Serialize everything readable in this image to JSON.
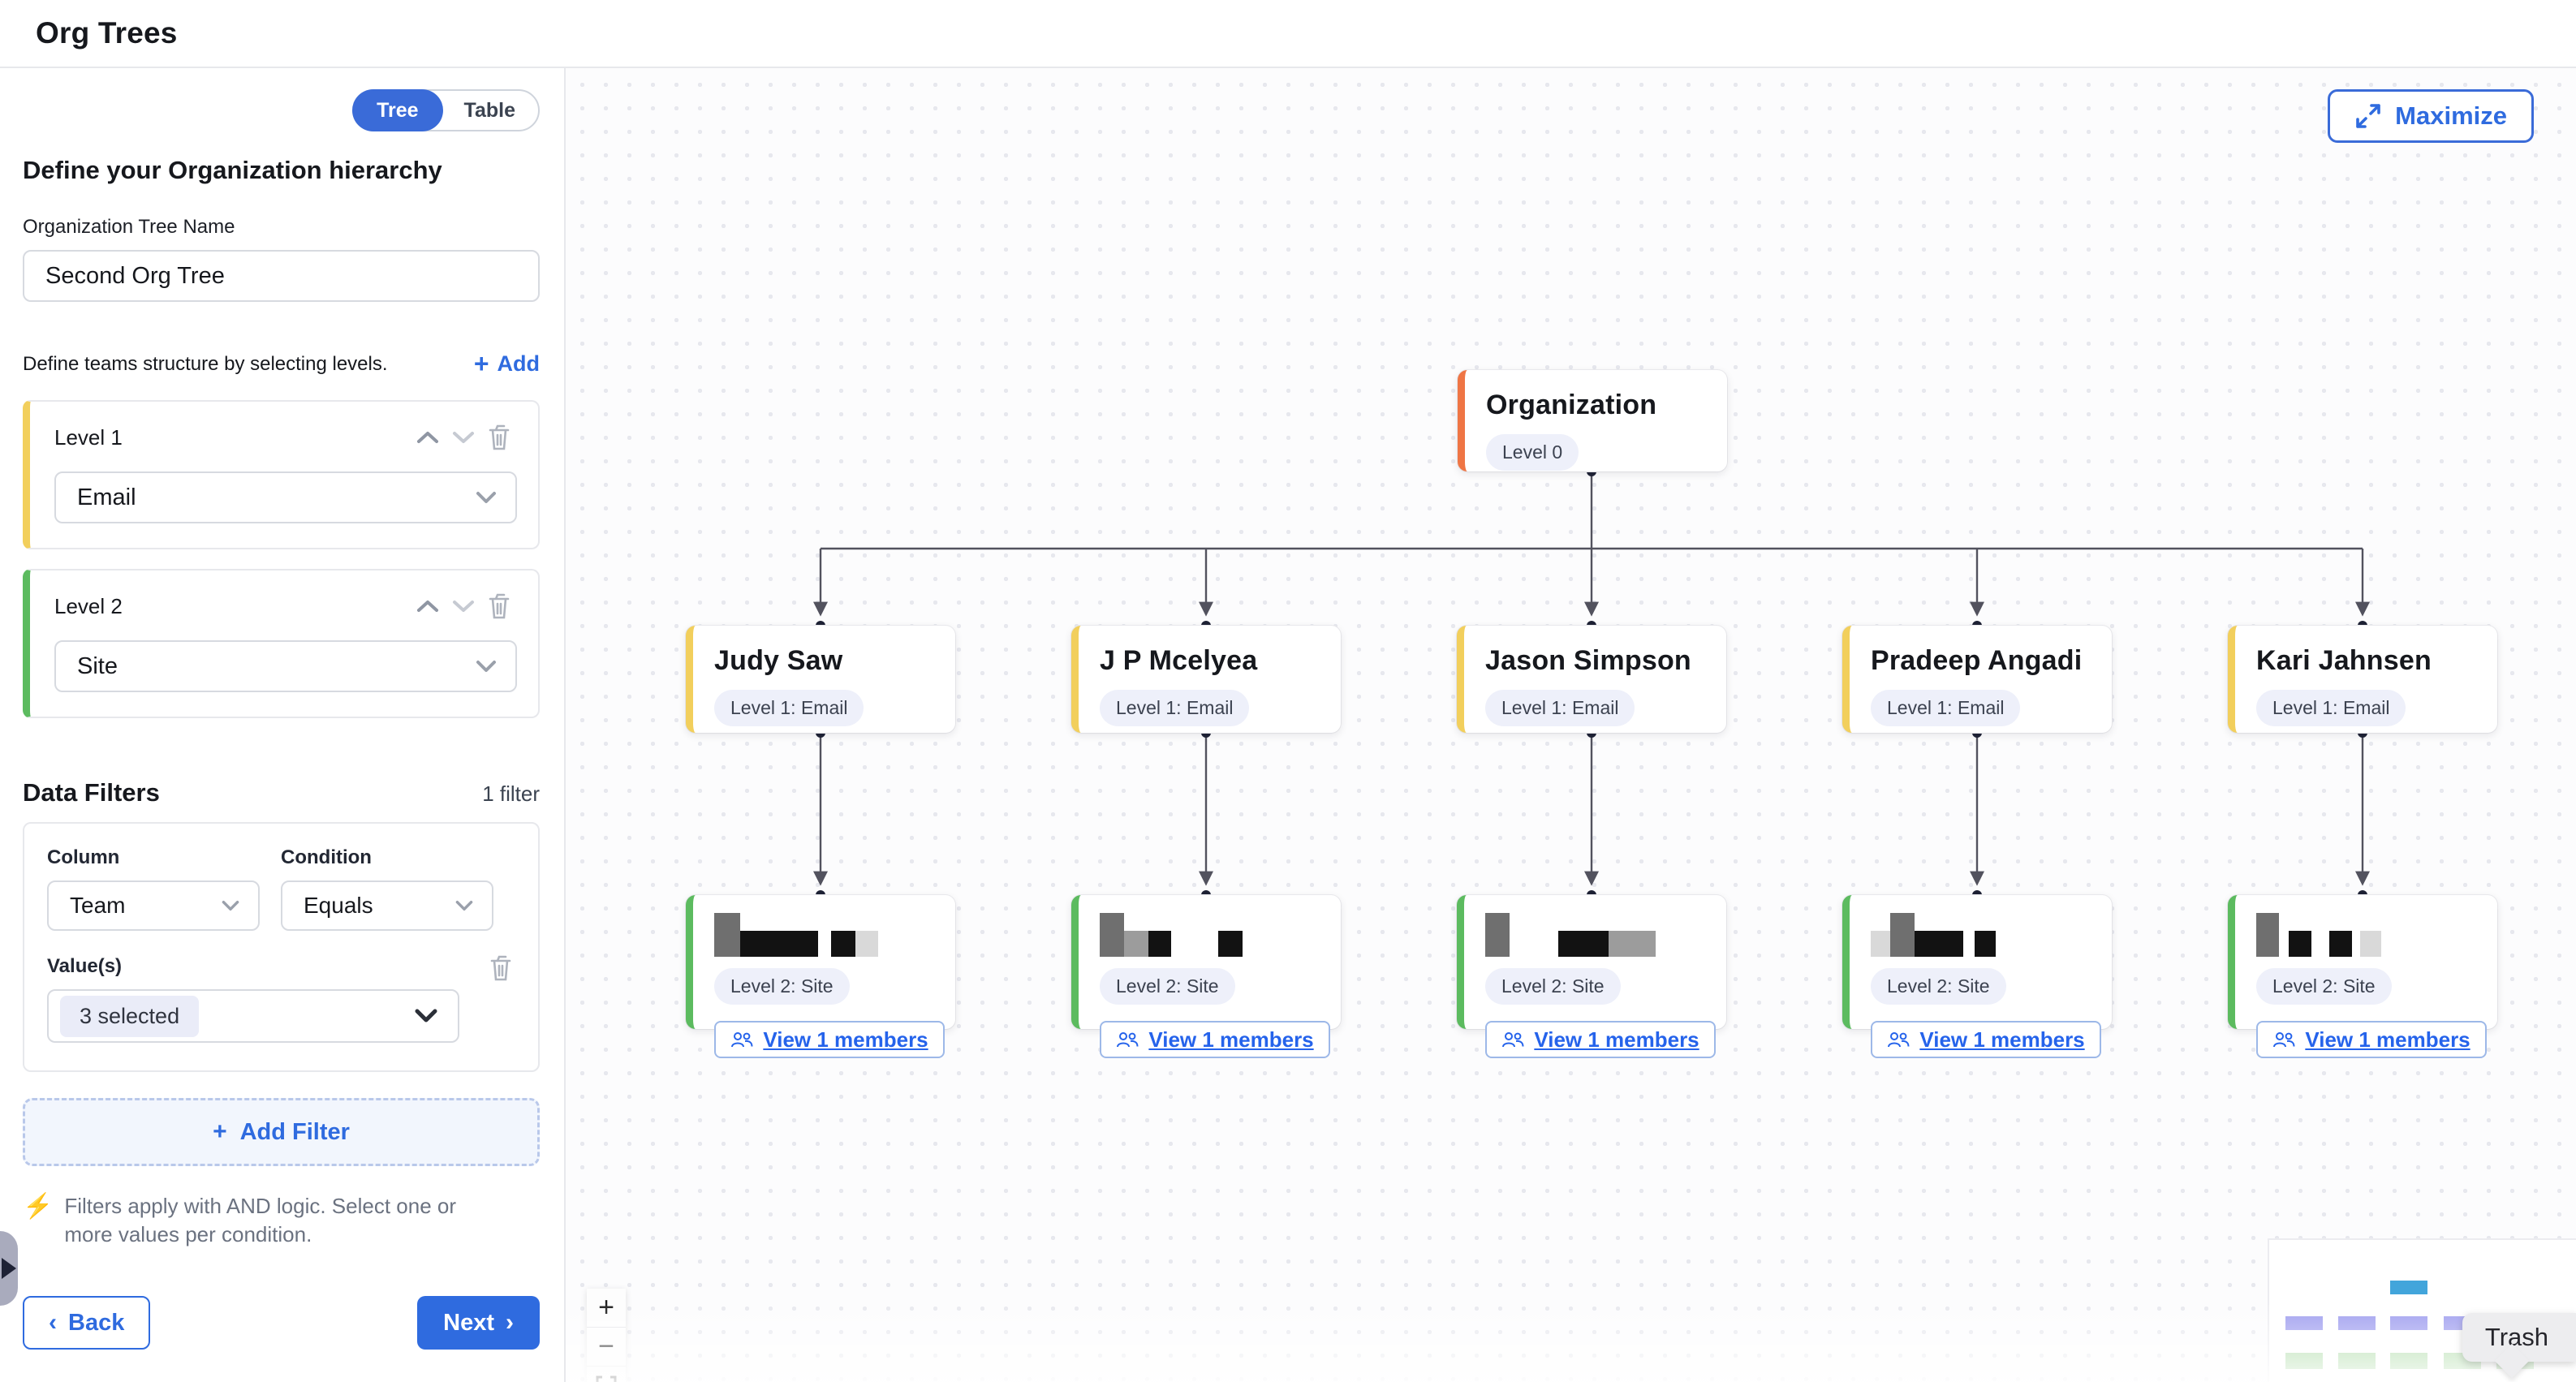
{
  "header": {
    "title": "Org Trees"
  },
  "sidebar": {
    "view_toggle": {
      "tree_label": "Tree",
      "table_label": "Table"
    },
    "heading": "Define your Organization hierarchy",
    "tree_name": {
      "label": "Organization Tree Name",
      "value": "Second Org Tree"
    },
    "levels_section": {
      "description": "Define teams structure by selecting levels.",
      "add_label": "Add"
    },
    "levels": [
      {
        "label": "Level 1",
        "value": "Email"
      },
      {
        "label": "Level 2",
        "value": "Site"
      }
    ],
    "data_filters": {
      "heading": "Data Filters",
      "count_label": "1 filter",
      "filter": {
        "column_label": "Column",
        "column_value": "Team",
        "condition_label": "Condition",
        "condition_value": "Equals",
        "values_label": "Value(s)",
        "values_value": "3 selected"
      },
      "add_filter_label": "Add Filter",
      "note": "Filters apply with AND logic. Select one or more values per condition."
    },
    "back_label": "Back",
    "next_label": "Next"
  },
  "canvas": {
    "maximize_label": "Maximize",
    "root": {
      "title": "Organization",
      "badge": "Level 0"
    },
    "level1_nodes": [
      {
        "name": "Judy Saw",
        "badge": "Level 1: Email"
      },
      {
        "name": "J P Mcelyea",
        "badge": "Level 1: Email"
      },
      {
        "name": "Jason Simpson",
        "badge": "Level 1: Email"
      },
      {
        "name": "Pradeep Angadi",
        "badge": "Level 1: Email"
      },
      {
        "name": "Kari Jahnsen",
        "badge": "Level 1: Email"
      }
    ],
    "level2_nodes": [
      {
        "badge": "Level 2: Site",
        "button_label": "View 1 members"
      },
      {
        "badge": "Level 2: Site",
        "button_label": "View 1 members"
      },
      {
        "badge": "Level 2: Site",
        "button_label": "View 1 members"
      },
      {
        "badge": "Level 2: Site",
        "button_label": "View 1 members"
      },
      {
        "badge": "Level 2: Site",
        "button_label": "View 1 members"
      }
    ],
    "zoom_controls": {
      "zoom_in": "+",
      "zoom_out": "−"
    },
    "trash_label": "Trash"
  },
  "icons": {
    "plus": "+",
    "back_chevron": "‹",
    "next_chevron": "›",
    "lightning": "⚡"
  },
  "colors": {
    "accent_blue": "#2f6bdf",
    "toggle_blue": "#3a6bd8",
    "root_orange": "#ef7544",
    "level1_yellow": "#f2cf5c",
    "level2_green": "#5cbb5f",
    "badge_bg": "#eef0fa",
    "edge_gray": "#52525e",
    "minimap_root_blue": "#42a5db",
    "minimap_level1_purple": "#9a99ee",
    "minimap_level2_green": "#a5d79e"
  }
}
